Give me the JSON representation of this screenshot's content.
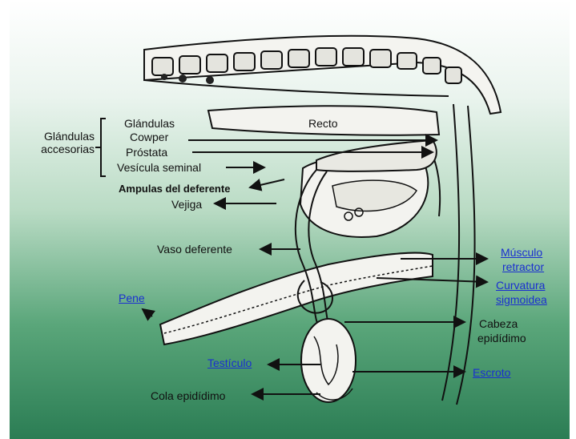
{
  "labels": {
    "glandulas_accesorias": "Glándulas\naccesorias",
    "glandulas_cowper_1": "Glándulas",
    "glandulas_cowper_2": "Cowper",
    "prostata": "Próstata",
    "vesicula_seminal": "Vesícula seminal",
    "ampulas": "Ampulas del deferente",
    "vejiga": "Vejiga",
    "recto": "Recto",
    "vaso_deferente": "Vaso deferente",
    "pene": "Pene",
    "musculo_retractor_1": "Músculo",
    "musculo_retractor_2": "retractor",
    "curvatura_1": "Curvatura",
    "curvatura_2": "sigmoidea",
    "cabeza_1": "Cabeza",
    "cabeza_2": "epidídimo",
    "testiculo": "Testículo",
    "escroto": "Escroto",
    "cola_epididimo": "Cola epidídimo"
  },
  "colors": {
    "line": "#111111",
    "link": "#1a2fd0",
    "tissue": "#f3f3ef"
  }
}
